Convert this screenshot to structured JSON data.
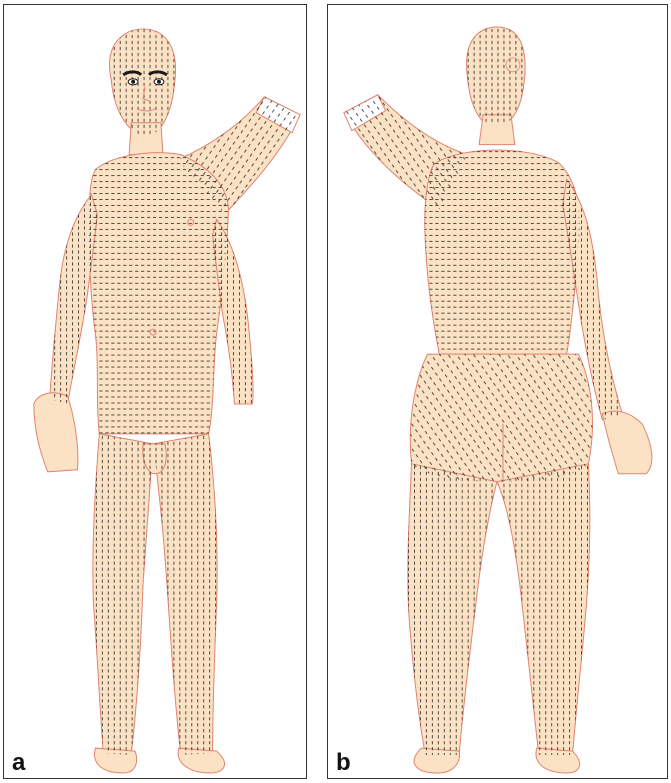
{
  "panels": [
    {
      "label": "a",
      "view": "anterior"
    },
    {
      "label": "b",
      "view": "posterior"
    }
  ],
  "colors": {
    "skin": "#fbe2c4",
    "outline": "#e08470",
    "lines": "#1a1a1a",
    "frame": "#333333"
  }
}
